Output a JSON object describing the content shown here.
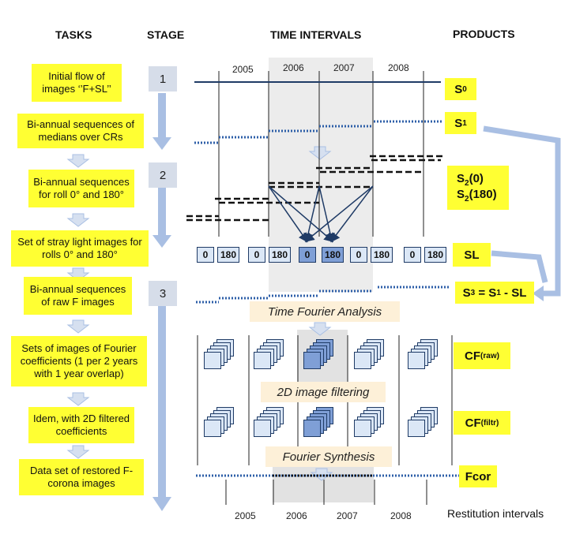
{
  "headers": {
    "tasks": "TASKS",
    "stage": "STAGE",
    "time": "TIME INTERVALS",
    "products": "PRODUCTS"
  },
  "tasks": [
    "Initial flow of images ‘’F+SL’’",
    "Bi-annual sequences of  medians over CRs",
    "Bi-annual sequences for roll 0° and 180°",
    "Set of stray light images for rolls 0° and 180°",
    "Bi-annual sequences of raw F images",
    "Sets of images of Fourier coefficients (1 per 2 years with 1 year overlap)",
    "Idem, with 2D filtered coefficients",
    "Data set of restored F-corona images"
  ],
  "stages": [
    "1",
    "2",
    "3"
  ],
  "top_years": [
    "2005",
    "2006",
    "2007",
    "2008"
  ],
  "bottom_years": [
    "2005",
    "2006",
    "2007",
    "2008"
  ],
  "roll_labels": [
    "0",
    "180",
    "0",
    "180",
    "0",
    "180",
    "0",
    "180",
    "0",
    "180"
  ],
  "processes": {
    "tfa": "Time Fourier Analysis",
    "filter": "2D image filtering",
    "synth": "Fourier Synthesis"
  },
  "products": {
    "s0": {
      "base": "S",
      "sub": "0"
    },
    "s1": {
      "base": "S",
      "sub": "1"
    },
    "s2a": {
      "base": "S",
      "sub": "2",
      "rest": "(0)"
    },
    "s2b": {
      "base": "S",
      "sub": "2",
      "rest": "(180)"
    },
    "sl": "SL",
    "s3": {
      "base": "S",
      "sub": "3",
      "rest": " = S",
      "sub2": "1",
      "rest2": " - SL"
    },
    "cfraw": {
      "base": "CF",
      "sub": "(raw)"
    },
    "cffiltr": {
      "base": "CF",
      "sub": "(filtr)"
    },
    "fcor": "Fcor"
  },
  "restitution_label": "Restitution intervals",
  "colors": {
    "task_bg": "#ffff33",
    "arrow": "#a9bfe3",
    "line_dark": "#1f3b66",
    "line_dot": "#2e5fa8",
    "highlight": "#e5e5e5",
    "proc_bg": "#fdf0d8"
  }
}
